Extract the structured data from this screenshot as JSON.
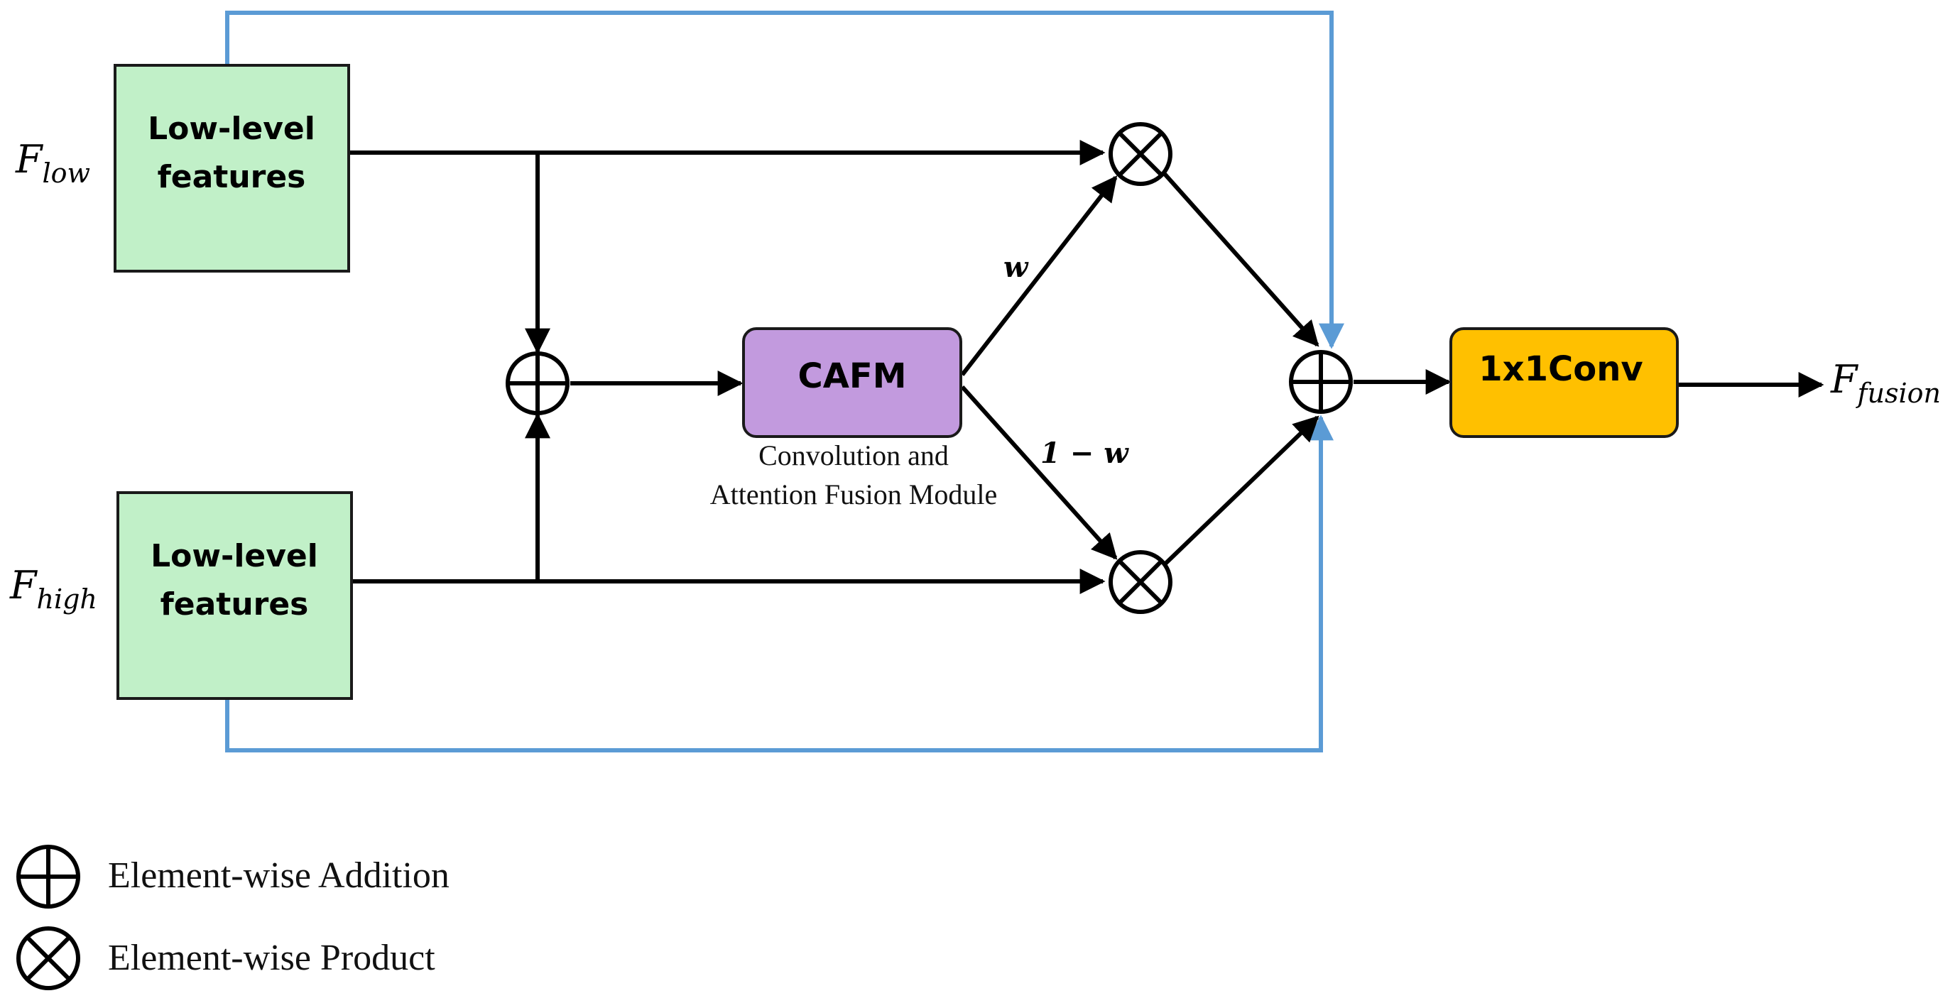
{
  "inputs": {
    "low": {
      "box_line1": "Low-level",
      "box_line2": "features",
      "symbol": "F",
      "subscript": "low"
    },
    "high": {
      "box_line1": "Low-level",
      "box_line2": "features",
      "symbol": "F",
      "subscript": "high"
    }
  },
  "cafm": {
    "label": "CAFM",
    "caption_line1": "Convolution and",
    "caption_line2": "Attention Fusion Module"
  },
  "weights": {
    "upper": "w",
    "lower": "1 − w"
  },
  "conv": {
    "label": "1x1Conv"
  },
  "output": {
    "symbol": "F",
    "subscript": "fusion"
  },
  "legend": {
    "addition": "Element-wise Addition",
    "product": "Element-wise Product"
  },
  "colors": {
    "feature_box": "#c1f0c8",
    "cafm_box": "#c29ade",
    "conv_box": "#ffc000",
    "skip_line": "#5b9bd5",
    "main_line": "#000000"
  }
}
